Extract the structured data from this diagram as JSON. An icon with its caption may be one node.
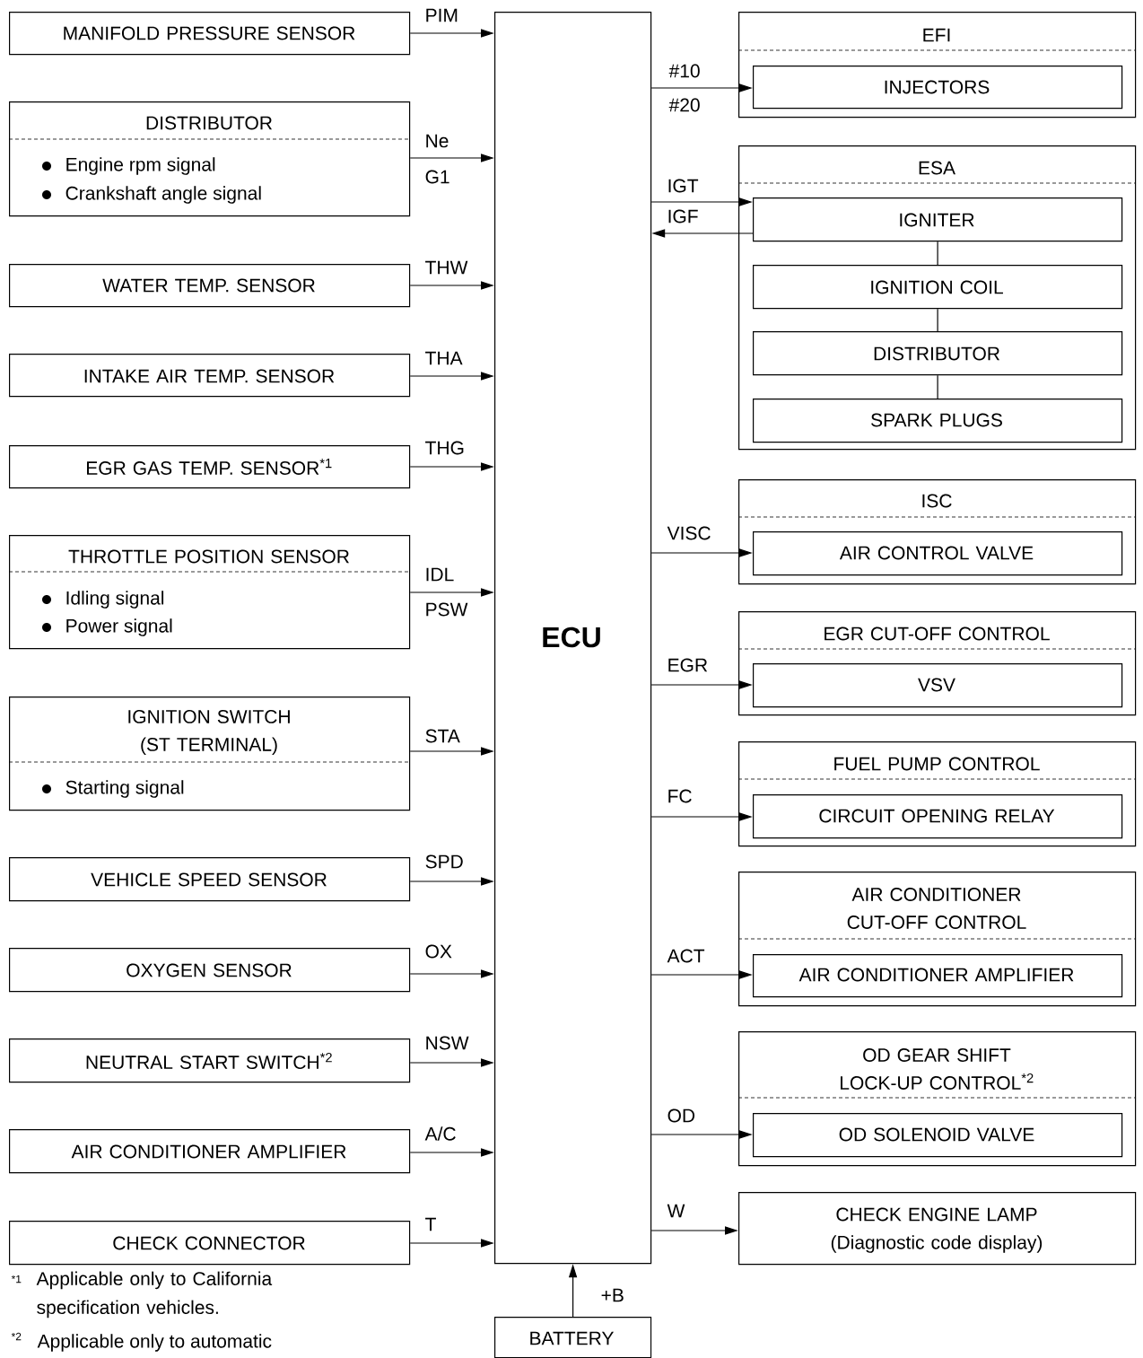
{
  "diagram": {
    "nodes": [
      {
        "text": [
          "MANIFOLD PRESSURE SENSOR"
        ]
      },
      {
        "text": [
          "DISTRIBUTOR",
          "Engine rpm signal",
          "Crankshaft angle signal"
        ]
      },
      {
        "text": [
          "WATER TEMP. SENSOR"
        ]
      },
      {
        "text": [
          "INTAKE AIR TEMP. SENSOR"
        ]
      },
      {
        "text": [
          "EGR GAS TEMP. SENSOR$^{*1}$"
        ]
      },
      {
        "text": [
          "THROTTLE POSITION SENSOR",
          "Idling signal",
          "Power signal"
        ]
      },
      {
        "text": [
          "IGNITION SWITCH (ST TERMINAL)",
          "Starting signal"
        ]
      },
      {
        "text": [
          "VEHICLE SPEED SENSOR"
        ]
      },
      {
        "text": [
          "OXYGEN SENSOR"
        ]
      },
      {
        "text": [
          "NEUTRAL START SWITCH$^{*2}$"
        ]
      },
      {
        "text": [
          "AIR CONDITIONER AMPLIFIER"
        ]
      },
      {
        "text": [
          "CHECK CONNECTOR"
        ]
      },
      {
        "text": [
          "ECU"
        ]
      },
      {
        "text": [
          "EFI"
        ]
      },
      {
        "text": [
          "INJECTORS"
        ],
        "in": 13
      },
      {
        "text": [
          "ESA"
        ]
      },
      {
        "text": [
          "IGNITER"
        ],
        "in": 15
      },
      {
        "text": [
          "IGNITION COIL"
        ],
        "in": 15
      },
      {
        "text": [
          "DISTRIBUTOR"
        ],
        "in": 15
      },
      {
        "text": [
          "SPARK PLUGS"
        ],
        "in": 15
      },
      {
        "text": [
          "ISC"
        ]
      },
      {
        "text": [
          "AIR CONTROL VALVE"
        ],
        "in": 20
      },
      {
        "text": [
          "EGR CUT-OFF CONTROL"
        ]
      },
      {
        "text": [
          "VSV"
        ],
        "in": 22
      },
      {
        "text": [
          "FUEL PUMP CONTROL"
        ]
      },
      {
        "text": [
          "CIRCUIT OPENING RELAY"
        ],
        "in": 24
      },
      {
        "text": [
          "AIR CONDITIONER CUT-OFF CONTROL"
        ]
      },
      {
        "text": [
          "AIR CONDITIONER AMPLIFIER"
        ],
        "in": 26
      },
      {
        "text": [
          "OD GEAR SHIFT LOCK-UP CONTROL$^{*2}$"
        ]
      },
      {
        "text": [
          "OD SOLENOID VALVE"
        ],
        "in": 28
      },
      {
        "text": [
          "CHECK ENGINE LAMP",
          "(Diagnostic code display)"
        ]
      },
      {
        "text": [
          "BATTERY"
        ]
      }
    ],
    "edges": [
      {
        "from": 0,
        "to": 12,
        "arrow": "to",
        "label": "PIM"
      },
      {
        "from": 1,
        "to": 12,
        "arrow": "to",
        "label": "Ne"
      },
      {
        "from": 2,
        "to": 12,
        "arrow": "to",
        "label": "THW"
      },
      {
        "from": 3,
        "to": 12,
        "arrow": "to",
        "label": "THA"
      },
      {
        "from": 4,
        "to": 12,
        "arrow": "to",
        "label": "THG"
      },
      {
        "from": 5,
        "to": 12,
        "arrow": "to",
        "label": "IDL"
      },
      {
        "from": 6,
        "to": 12,
        "arrow": "to",
        "label": "STA"
      },
      {
        "from": 7,
        "to": 12,
        "arrow": "to",
        "label": "SPD"
      },
      {
        "from": 8,
        "to": 12,
        "arrow": "to",
        "label": "OX"
      },
      {
        "from": 9,
        "to": 12,
        "arrow": "to",
        "label": "NSW"
      },
      {
        "from": 10,
        "to": 12,
        "arrow": "to",
        "label": "A/C"
      },
      {
        "from": 11,
        "to": 12,
        "arrow": "to",
        "label": "T"
      },
      {
        "from": 12,
        "to": 14,
        "arrow": "to",
        "label": "#10"
      },
      {
        "from": 12,
        "to": 16,
        "arrow": "to",
        "label": "IGT"
      },
      {
        "from": 16,
        "to": 12,
        "arrow": "to",
        "label": "IGF"
      },
      {
        "from": 16,
        "to": 17,
        "arrow": "none"
      },
      {
        "from": 17,
        "to": 18,
        "arrow": "none"
      },
      {
        "from": 18,
        "to": 19,
        "arrow": "none"
      },
      {
        "from": 12,
        "to": 21,
        "arrow": "to",
        "label": "VISC"
      },
      {
        "from": 12,
        "to": 23,
        "arrow": "to",
        "label": "EGR"
      },
      {
        "from": 12,
        "to": 25,
        "arrow": "to",
        "label": "FC"
      },
      {
        "from": 12,
        "to": 27,
        "arrow": "to",
        "label": "ACT"
      },
      {
        "from": 12,
        "to": 29,
        "arrow": "to",
        "label": "OD"
      },
      {
        "from": 12,
        "to": 30,
        "arrow": "to",
        "label": "W"
      },
      {
        "from": 31,
        "to": 12,
        "arrow": "to",
        "label": "+B"
      }
    ],
    "labels": [
      "G1",
      "#20",
      "PSW",
      "*1",
      "Applicable only to California specification vehicles.",
      "*2",
      "Applicable only to automatic"
    ]
  }
}
